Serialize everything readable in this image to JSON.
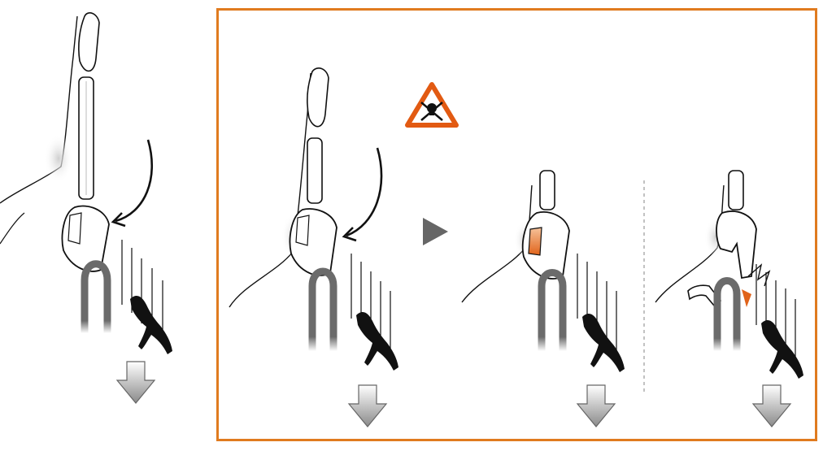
{
  "colors": {
    "warning_frame": "#e07b1f",
    "warning_icon": "#e25a12",
    "wear_highlight": "#e0631a",
    "rope": "#6b6b6b",
    "line": "#111111",
    "arrow_fill": "#9a9a9a"
  },
  "icons": {
    "warning": "skull-and-crossbones-warning-icon",
    "next": "play-triangle-icon",
    "fall": "down-arrow-icon"
  },
  "scenes": [
    {
      "name": "scene-original-fall",
      "state": "intact"
    },
    {
      "name": "scene-repeated-fall",
      "state": "intact"
    },
    {
      "name": "scene-worn-carabiner",
      "state": "worn"
    },
    {
      "name": "scene-broken-carabiner",
      "state": "broken"
    }
  ]
}
